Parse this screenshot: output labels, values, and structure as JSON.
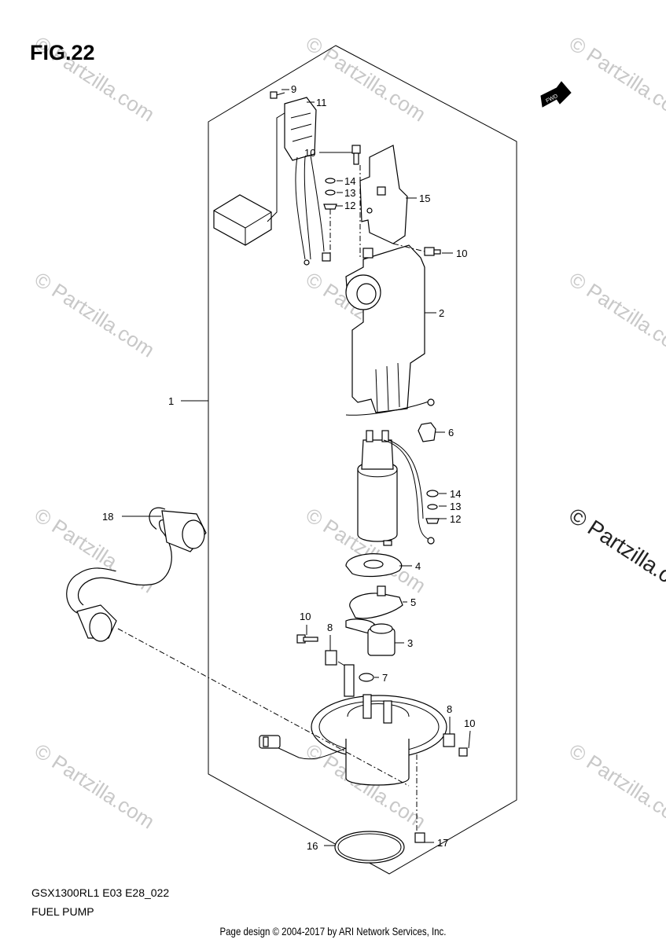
{
  "figure": {
    "title": "FIG.22",
    "model_code": "GSX1300RL1 E03 E28_022",
    "caption": "FUEL PUMP"
  },
  "fwd_badge": "FWD",
  "callouts": {
    "c1": "1",
    "c2": "2",
    "c3": "3",
    "c4": "4",
    "c5": "5",
    "c6": "6",
    "c7": "7",
    "c8a": "8",
    "c8b": "8",
    "c9": "9",
    "c10a": "10",
    "c10b": "10",
    "c10c": "10",
    "c10d": "10",
    "c11": "11",
    "c12a": "12",
    "c12b": "12",
    "c13a": "13",
    "c13b": "13",
    "c14a": "14",
    "c14b": "14",
    "c15": "15",
    "c16": "16",
    "c17": "17",
    "c18": "18"
  },
  "watermark": {
    "text": "© Partzilla.com",
    "large_text": "© Partzilla.com",
    "color": "#c8c8c8"
  },
  "footer": "Page design © 2004-2017 by ARI Network Services, Inc."
}
